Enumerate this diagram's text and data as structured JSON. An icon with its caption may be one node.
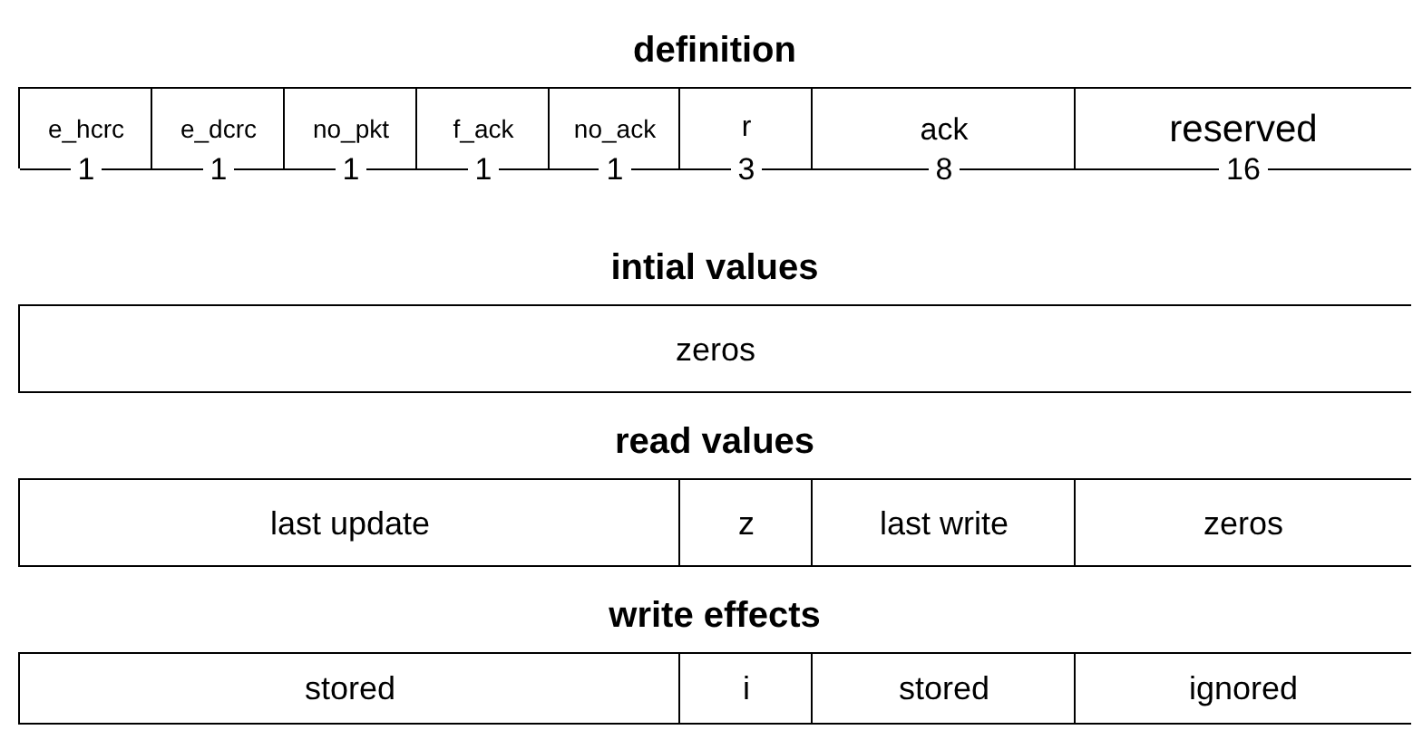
{
  "diagram": {
    "nodes": [
      {
        "text": [
          "definition"
        ]
      },
      {
        "text": [
          "e_hcrc"
        ],
        "in": 0,
        "beside": [
          "1"
        ]
      },
      {
        "text": [
          "e_dcrc"
        ],
        "in": 0,
        "beside": [
          "1"
        ]
      },
      {
        "text": [
          "no_pkt"
        ],
        "in": 0,
        "beside": [
          "1"
        ]
      },
      {
        "text": [
          "f_ack"
        ],
        "in": 0,
        "beside": [
          "1"
        ]
      },
      {
        "text": [
          "no_ack"
        ],
        "in": 0,
        "beside": [
          "1"
        ]
      },
      {
        "text": [
          "r"
        ],
        "in": 0,
        "beside": [
          "3"
        ]
      },
      {
        "text": [
          "ack"
        ],
        "in": 0,
        "beside": [
          "8"
        ]
      },
      {
        "text": [
          "reserved"
        ],
        "in": 0,
        "beside": [
          "16"
        ]
      },
      {
        "text": [
          "intial values"
        ]
      },
      {
        "text": [
          "zeros"
        ],
        "in": 9
      },
      {
        "text": [
          "read values"
        ]
      },
      {
        "text": [
          "last update"
        ],
        "in": 11
      },
      {
        "text": [
          "z"
        ],
        "in": 11
      },
      {
        "text": [
          "last write"
        ],
        "in": 11
      },
      {
        "text": [
          "zeros"
        ],
        "in": 11
      },
      {
        "text": [
          "write effects"
        ]
      },
      {
        "text": [
          "stored"
        ],
        "in": 16
      },
      {
        "text": [
          "i"
        ],
        "in": 16
      },
      {
        "text": [
          "stored"
        ],
        "in": 16
      },
      {
        "text": [
          "ignored"
        ],
        "in": 16
      }
    ]
  }
}
